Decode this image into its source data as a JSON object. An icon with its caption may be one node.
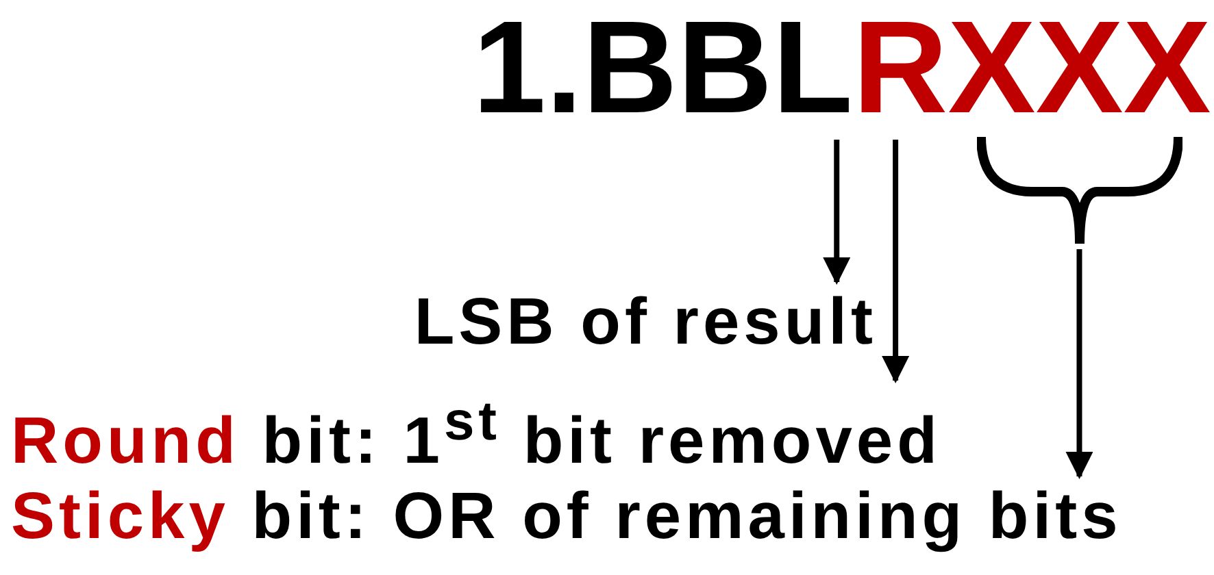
{
  "diagram": {
    "nodes": [
      {
        "text": [
          "L"
        ]
      },
      {
        "text": [
          "R"
        ]
      },
      {
        "text": [
          "XXX"
        ]
      },
      {
        "text": [
          "LSB of result"
        ]
      },
      {
        "text": [
          "Round",
          "bit: 1$^{st}$ bit removed"
        ]
      },
      {
        "text": [
          "Sticky",
          "bit: OR of remaining bits"
        ]
      }
    ],
    "edges": [
      {
        "from": 0,
        "to": 3,
        "arrow": "to"
      },
      {
        "from": 1,
        "to": 4,
        "arrow": "to"
      },
      {
        "from": 2,
        "to": 5,
        "arrow": "to"
      }
    ],
    "labels": [
      "1.BB"
    ]
  }
}
